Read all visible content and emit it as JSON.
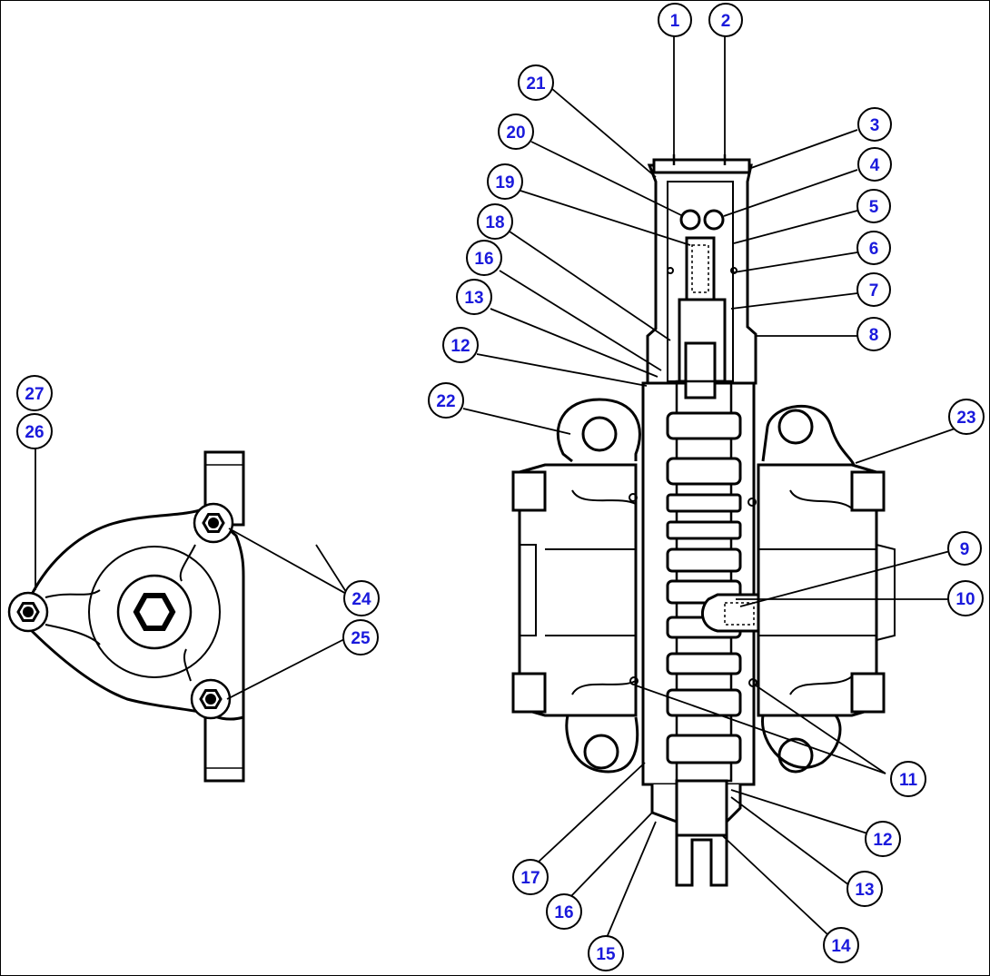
{
  "figure": {
    "type": "exploded parts diagram",
    "colors": {
      "line": "#000000",
      "callout_text": "#1a1adc",
      "callout_fill": "#ffffff",
      "background": "#ffffff"
    }
  },
  "callouts": {
    "c1": "1",
    "c2": "2",
    "c3": "3",
    "c4": "4",
    "c5": "5",
    "c6": "6",
    "c7": "7",
    "c8": "8",
    "c9": "9",
    "c10": "10",
    "c11": "11",
    "c12a": "12",
    "c12b": "12",
    "c13a": "13",
    "c13b": "13",
    "c14": "14",
    "c15": "15",
    "c16a": "16",
    "c16b": "16",
    "c17": "17",
    "c18": "18",
    "c19": "19",
    "c20": "20",
    "c21": "21",
    "c22": "22",
    "c23": "23",
    "c24": "24",
    "c25": "25",
    "c26": "26",
    "c27": "27"
  }
}
